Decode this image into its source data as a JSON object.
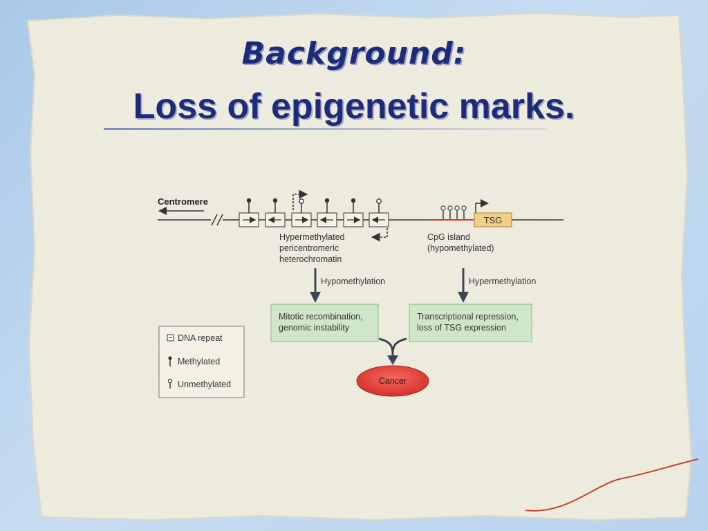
{
  "slide": {
    "title_line1": "Background:",
    "title_line2": "Loss of epigenetic marks."
  },
  "diagram": {
    "centromere_label": "Centromere",
    "tsg_label": "TSG",
    "heterochromatin_label": [
      "Hypermethylated",
      "pericentromeric",
      "heterochromatin"
    ],
    "cpg_label": [
      "CpG island",
      "(hypomethylated)"
    ],
    "left_arrow_label": "Hypomethylation",
    "right_arrow_label": "Hypermethylation",
    "left_box": [
      "Mitotic recombination,",
      "genomic instability"
    ],
    "right_box": [
      "Transcriptional repression,",
      "loss of TSG expression"
    ],
    "outcome": "Cancer",
    "legend": {
      "dna_repeat": "DNA repeat",
      "methylated": "Methylated",
      "unmethylated": "Unmethylated"
    }
  },
  "colors": {
    "title": "#1e2a7a",
    "box_fill": "#cfe6c9",
    "box_stroke": "#8fb889",
    "tsg_fill": "#f3cf86",
    "cancer_fill": "#e8403a",
    "cpg_line": "#d23a3a",
    "arrow": "#3c4652"
  }
}
